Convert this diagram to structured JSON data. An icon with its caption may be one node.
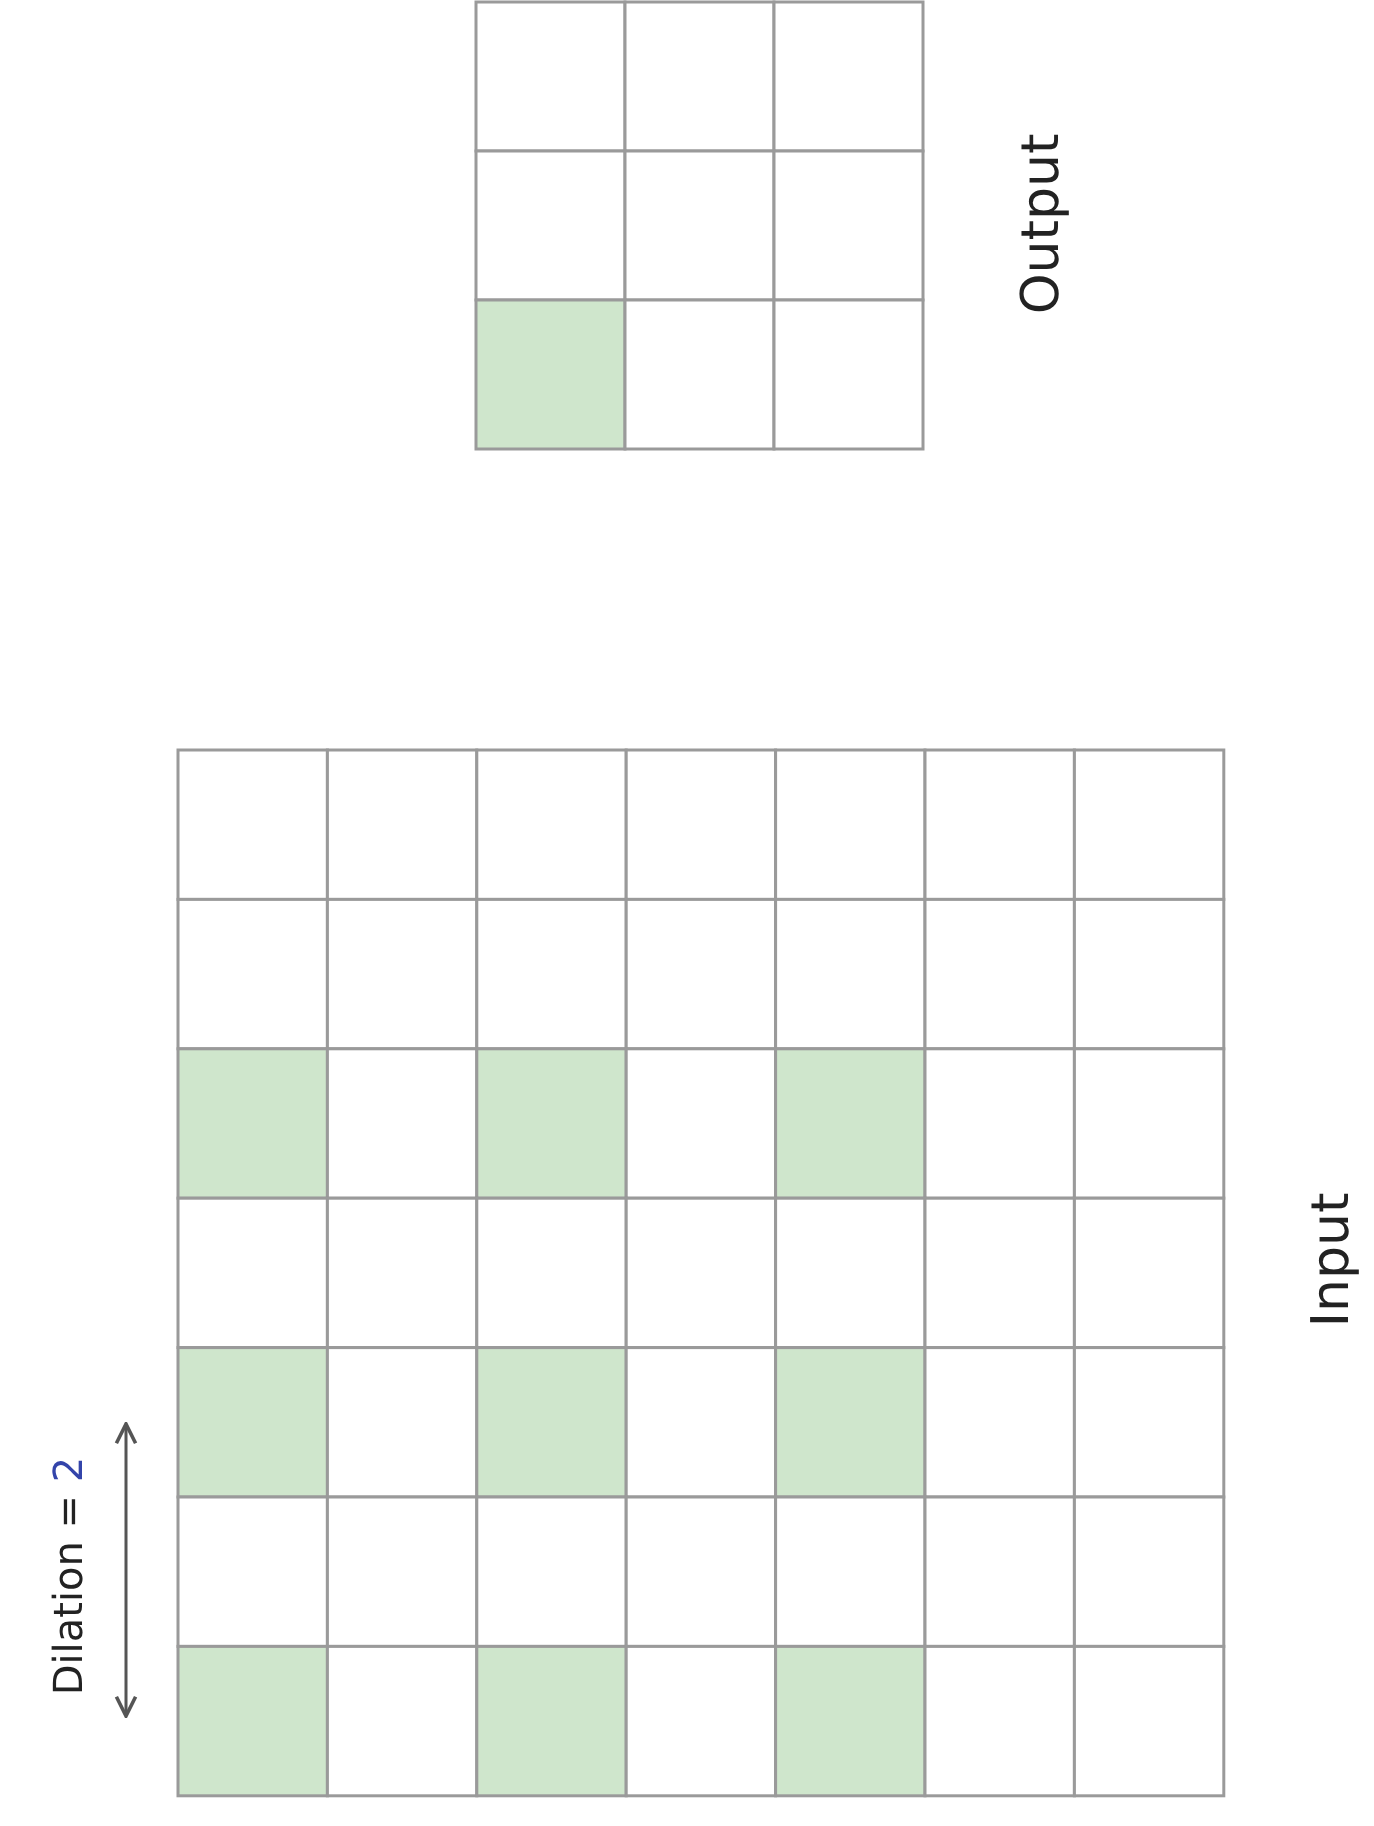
{
  "diagram": {
    "labels": [
      "Output",
      "Dilation = 2",
      "Input"
    ]
  }
}
